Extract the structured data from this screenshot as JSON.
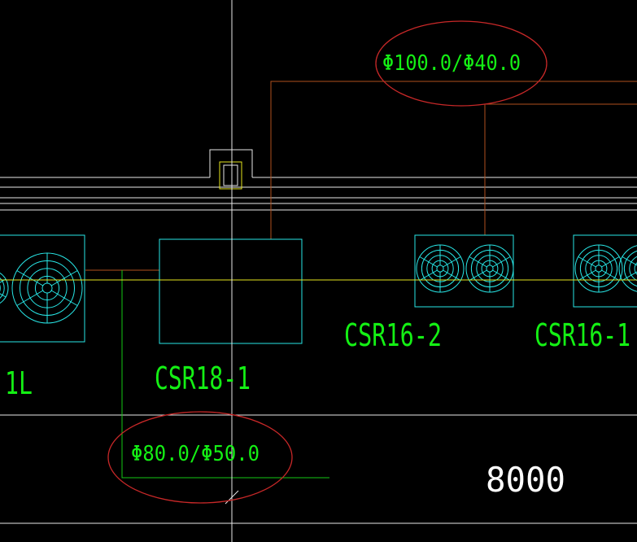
{
  "drawing": {
    "colors": {
      "background": "#000000",
      "white_line": "#e8e8e8",
      "red_pipe": "#b0501e",
      "yellow_axis": "#e6e61e",
      "cyan_equipment": "#28e6e6",
      "green_pipe": "#14c814",
      "green_text": "#14f014",
      "red_markup": "#c82828"
    },
    "annotations": {
      "top_pipe_size": "Φ100.0/Φ40.0",
      "bottom_pipe_size": "Φ80.0/Φ50.0"
    },
    "units": {
      "left_partial_label": "1L",
      "center": "CSR18-1",
      "right_1": "CSR16-2",
      "right_2": "CSR16-1"
    },
    "dimension": "8000",
    "icons": {
      "fan": "fan-grille-icon",
      "column": "column-section-icon",
      "crosshair": "crosshair-cursor-icon"
    }
  }
}
